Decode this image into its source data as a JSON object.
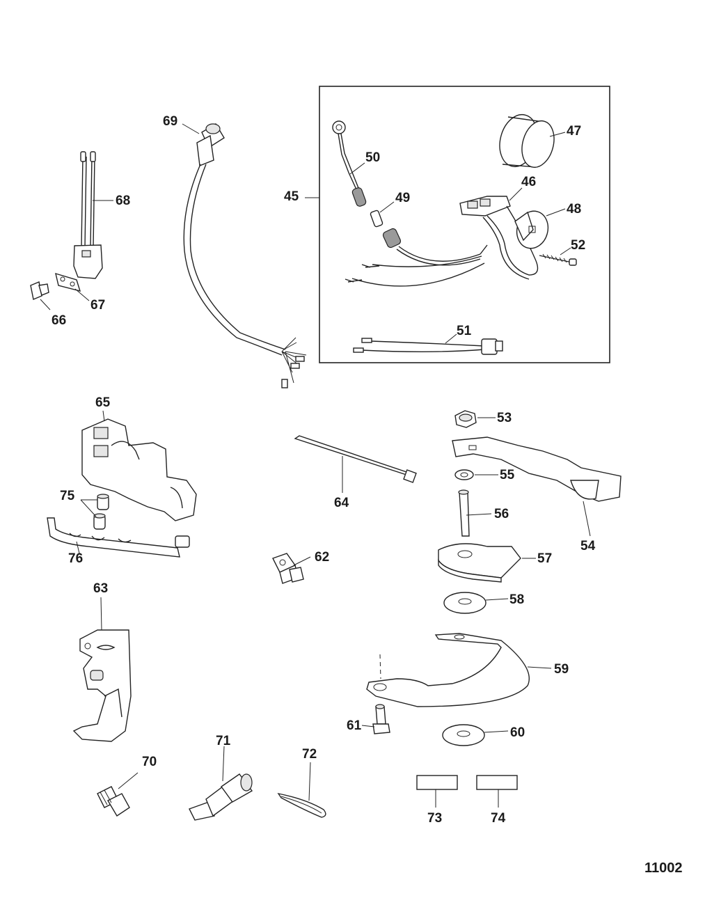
{
  "figure_id": "11002",
  "labels": {
    "p45": "45",
    "p46": "46",
    "p47": "47",
    "p48": "48",
    "p49": "49",
    "p50": "50",
    "p51": "51",
    "p52": "52",
    "p53": "53",
    "p54": "54",
    "p55": "55",
    "p56": "56",
    "p57": "57",
    "p58": "58",
    "p59": "59",
    "p60": "60",
    "p61": "61",
    "p62": "62",
    "p63": "63",
    "p64": "64",
    "p65": "65",
    "p66": "66",
    "p67": "67",
    "p68": "68",
    "p69": "69",
    "p70": "70",
    "p71": "71",
    "p72": "72",
    "p73": "73",
    "p74": "74",
    "p75": "75",
    "p76": "76"
  },
  "icons": {
    "kit_box": "kit-frame",
    "decal": "decal-rectangle"
  }
}
